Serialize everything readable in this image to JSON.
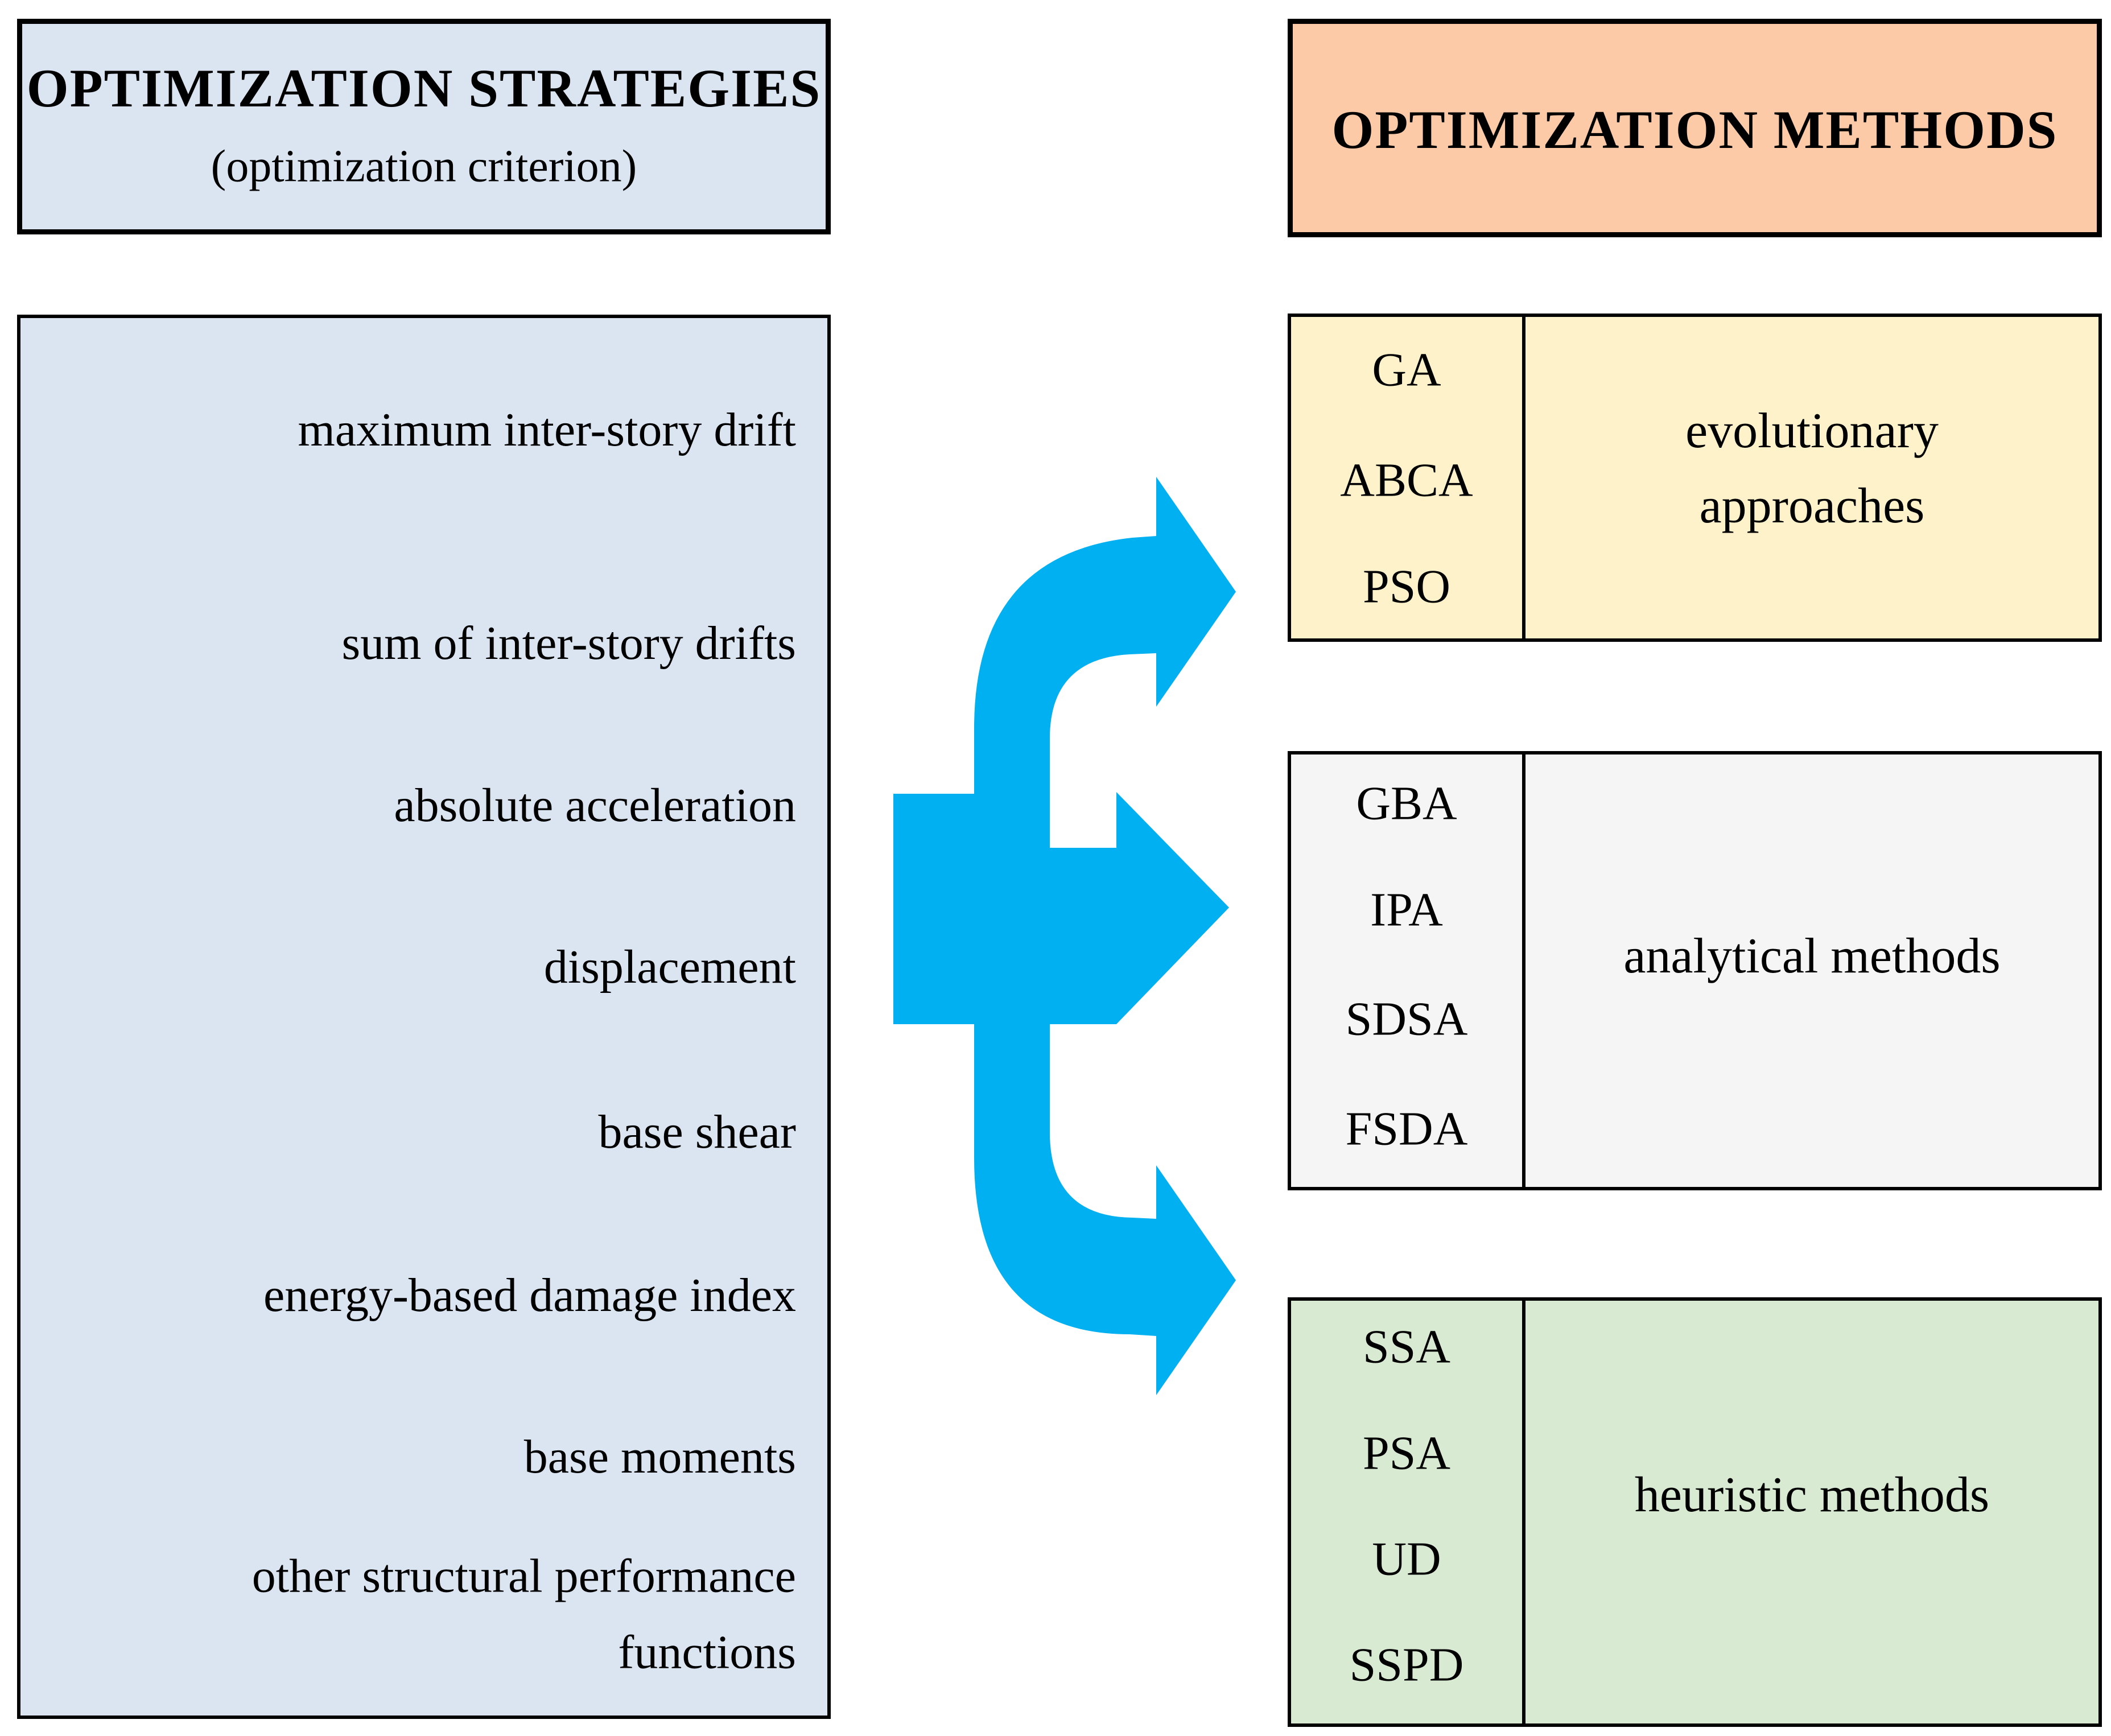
{
  "left_header": {
    "title": "OPTIMIZATION STRATEGIES",
    "subtitle": "(optimization criterion)"
  },
  "right_header": {
    "title": "OPTIMIZATION METHODS"
  },
  "strategies": [
    "maximum inter-story drift",
    "sum of inter-story drifts",
    "absolute acceleration",
    "displacement",
    "base shear",
    "energy-based damage index",
    "base moments",
    "other structural performance functions"
  ],
  "method_groups": [
    {
      "label": "evolutionary approaches",
      "acronyms": [
        "GA",
        "ABCA",
        "PSO"
      ],
      "color": "#fef2cb"
    },
    {
      "label": "analytical methods",
      "acronyms": [
        "GBA",
        "IPA",
        "SDSA",
        "FSDA"
      ],
      "color": "#f5f5f5"
    },
    {
      "label": "heuristic methods",
      "acronyms": [
        "SSA",
        "PSA",
        "UD",
        "SSPD"
      ],
      "color": "#d9ead3"
    }
  ],
  "arrow": {
    "name": "three-way split arrow",
    "color": "#00b0f0"
  },
  "palette": {
    "strategies_blue": "#dbe5f1",
    "methods_peach": "#fdcaa7",
    "evolutionary_yellow": "#fef2cb",
    "analytical_gray": "#f5f5f5",
    "heuristic_green": "#d9ead3",
    "border": "#000000"
  }
}
